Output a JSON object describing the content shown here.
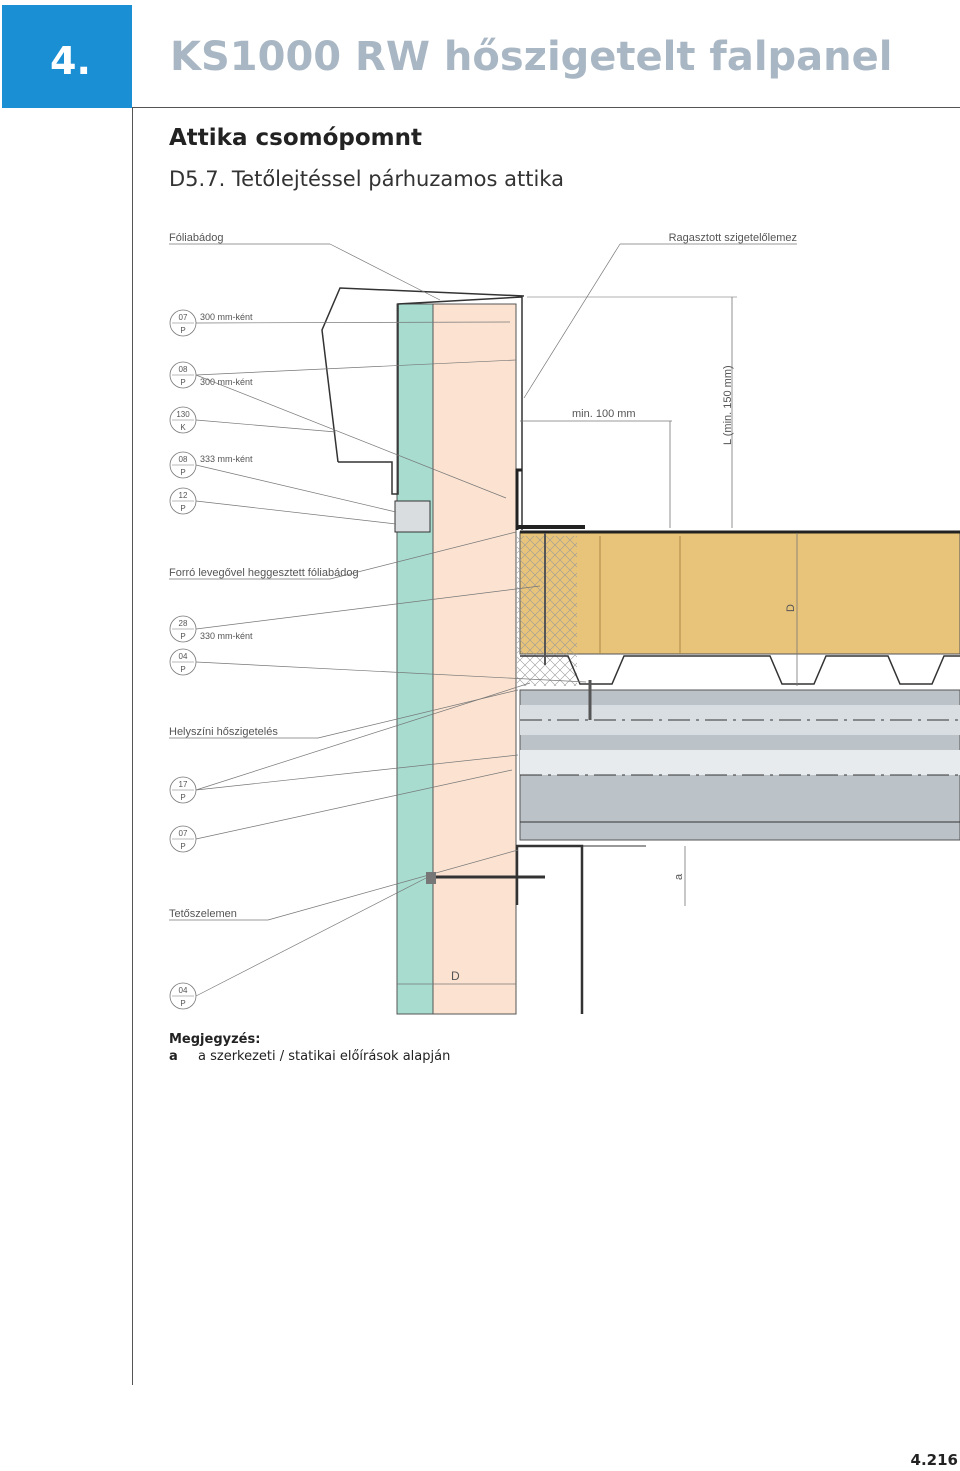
{
  "header": {
    "chapter_number": "4.",
    "title": "KS1000 RW hőszigetelt falpanel"
  },
  "section": {
    "heading": "Attika csomópomnt",
    "subheading": "D5.7. Tetőlejtéssel párhuzamos attika"
  },
  "labels": {
    "foliabadog": "Fóliabádog",
    "ragasztott": "Ragasztott szigetelőlemez",
    "forro": "Forró levegővel heggesztett fóliabádog",
    "helyszini": "Helyszíni hőszigetelés",
    "tetoszelemen": "Tetőszelemen"
  },
  "callouts": [
    {
      "top": "07",
      "bottom": "P",
      "spacing": "300 mm-ként"
    },
    {
      "top": "08",
      "bottom": "P",
      "spacing": "300 mm-ként"
    },
    {
      "top": "130",
      "bottom": "K",
      "spacing": ""
    },
    {
      "top": "08",
      "bottom": "P",
      "spacing": "333 mm-ként"
    },
    {
      "top": "12",
      "bottom": "P",
      "spacing": ""
    },
    {
      "top": "28",
      "bottom": "P",
      "spacing": "330 mm-ként"
    },
    {
      "top": "04",
      "bottom": "P",
      "spacing": ""
    },
    {
      "top": "17",
      "bottom": "P",
      "spacing": ""
    },
    {
      "top": "07",
      "bottom": "P",
      "spacing": ""
    },
    {
      "top": "04",
      "bottom": "P",
      "spacing": ""
    }
  ],
  "dimensions": {
    "min100": "min. 100 mm",
    "l_min150": "L (min. 150 mm)",
    "d_roof": "D",
    "a_purlin": "a",
    "d_wall": "D"
  },
  "notes": {
    "title": "Megjegyzés:",
    "key": "a",
    "text": "a szerkezeti / statikai előírások alapján"
  },
  "page_number": "4.216",
  "colors": {
    "brand_blue": "#1a8fd3",
    "title_gray": "#a9b7c4",
    "wall_panel_green": "#a7dccf",
    "insulation_peach": "#fce3d1",
    "roof_insulation": "#e8c47a",
    "beam_gray": "#bcc3c8"
  }
}
